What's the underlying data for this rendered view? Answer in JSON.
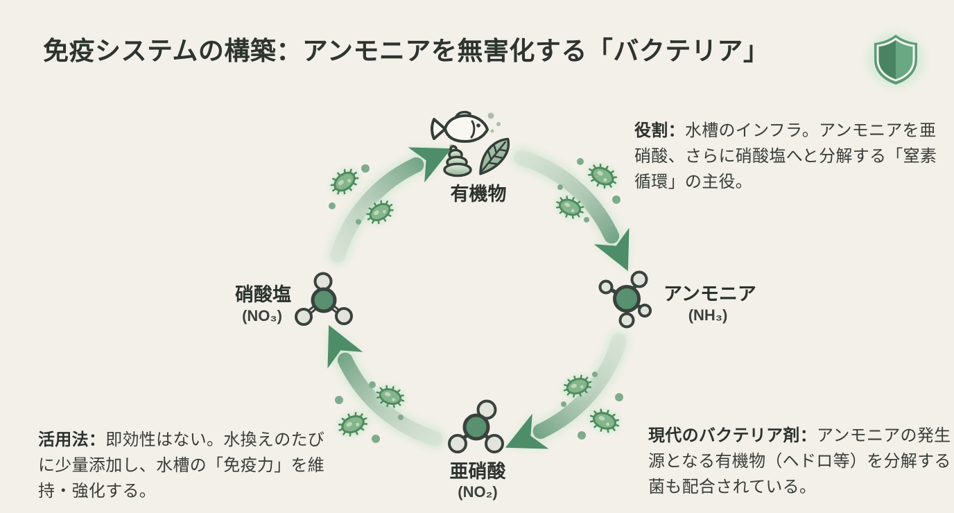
{
  "title": "免疫システムの構築：アンモニアを無害化する「バクテリア」",
  "header_icon": "shield",
  "cycle": {
    "nodes": {
      "organic": {
        "label": "有機物"
      },
      "ammonia": {
        "label": "アンモニア",
        "formula": "(NH₃)"
      },
      "nitrite": {
        "label": "亜硝酸",
        "formula": "(NO₂)"
      },
      "nitrate": {
        "label": "硝酸塩",
        "formula": "(NO₃)"
      }
    },
    "flow": [
      "有機物",
      "アンモニア",
      "亜硝酸",
      "硝酸塩"
    ]
  },
  "notes": {
    "role": {
      "lead": "役割：",
      "body": "水槽のインフラ。アンモニアを亜硝酸、さらに硝酸塩へと分解する「窒素循環」の主役。"
    },
    "modern": {
      "lead": "現代のバクテリア剤：",
      "body": "アンモニアの発生源となる有機物（ヘドロ等）を分解する菌も配合されている。"
    },
    "usage": {
      "lead": "活用法：",
      "body": "即効性はない。水換えのたびに少量添加し、水槽の「免疫力」を維持・強化する。"
    }
  },
  "colors": {
    "background": "#f3f0e9",
    "arrow_green": "#4d8d67",
    "bacteria_green": "#85b58d",
    "text_dark": "#2d3430"
  }
}
